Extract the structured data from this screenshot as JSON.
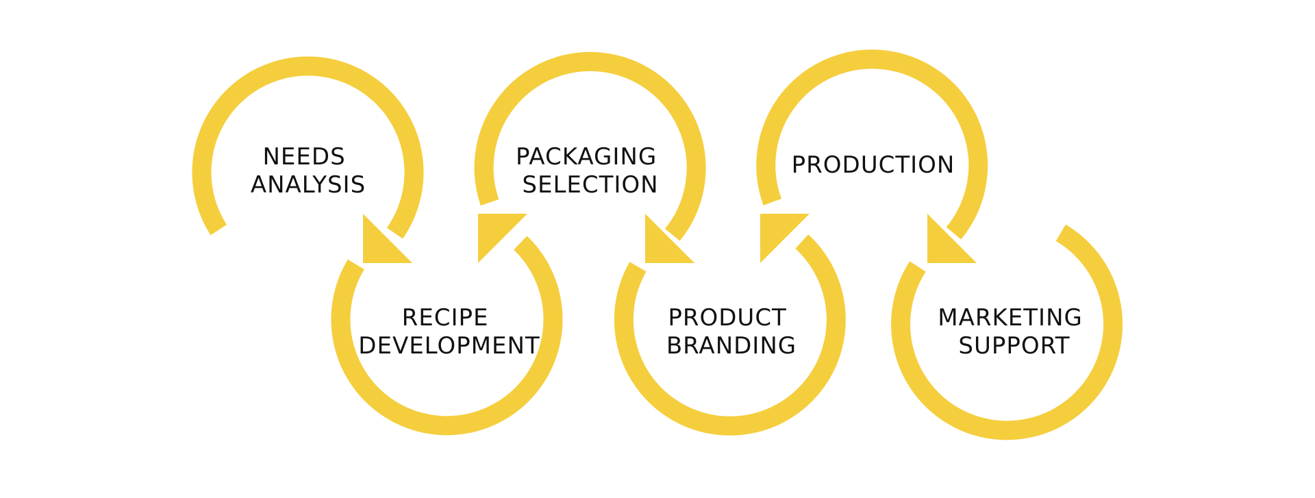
{
  "diagram": {
    "accent_color": "#F5CE3E",
    "text_color": "#111111",
    "steps": [
      {
        "lines": [
          "NEEDS",
          "ANALYSIS"
        ]
      },
      {
        "lines": [
          "RECIPE",
          "DEVELOPMENT"
        ]
      },
      {
        "lines": [
          "PACKAGING",
          "SELECTION"
        ]
      },
      {
        "lines": [
          "PRODUCT",
          "BRANDING"
        ]
      },
      {
        "lines": [
          "PRODUCTION"
        ]
      },
      {
        "lines": [
          "MARKETING",
          "SUPPORT"
        ]
      }
    ]
  }
}
